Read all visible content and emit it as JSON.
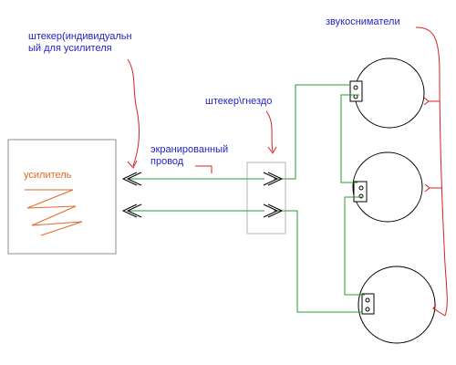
{
  "labels": {
    "plug_individual": "штекер(индивидуальн\nый для усилителя",
    "plug_socket": "штекер\\гнездо",
    "shielded_wire": "экранированный\nпровод",
    "pickups": "звукосниматели",
    "amplifier": "усилитель"
  },
  "colors": {
    "label_blue": "#2323c8",
    "wire_green": "#2e9b2e",
    "annotation_red": "#dc2020",
    "box_gray": "#8c8c8c",
    "amp_text_orange": "#e06a20"
  },
  "components": [
    "amplifier-box",
    "connector-box",
    "pickup-1",
    "pickup-2",
    "pickup-3"
  ]
}
